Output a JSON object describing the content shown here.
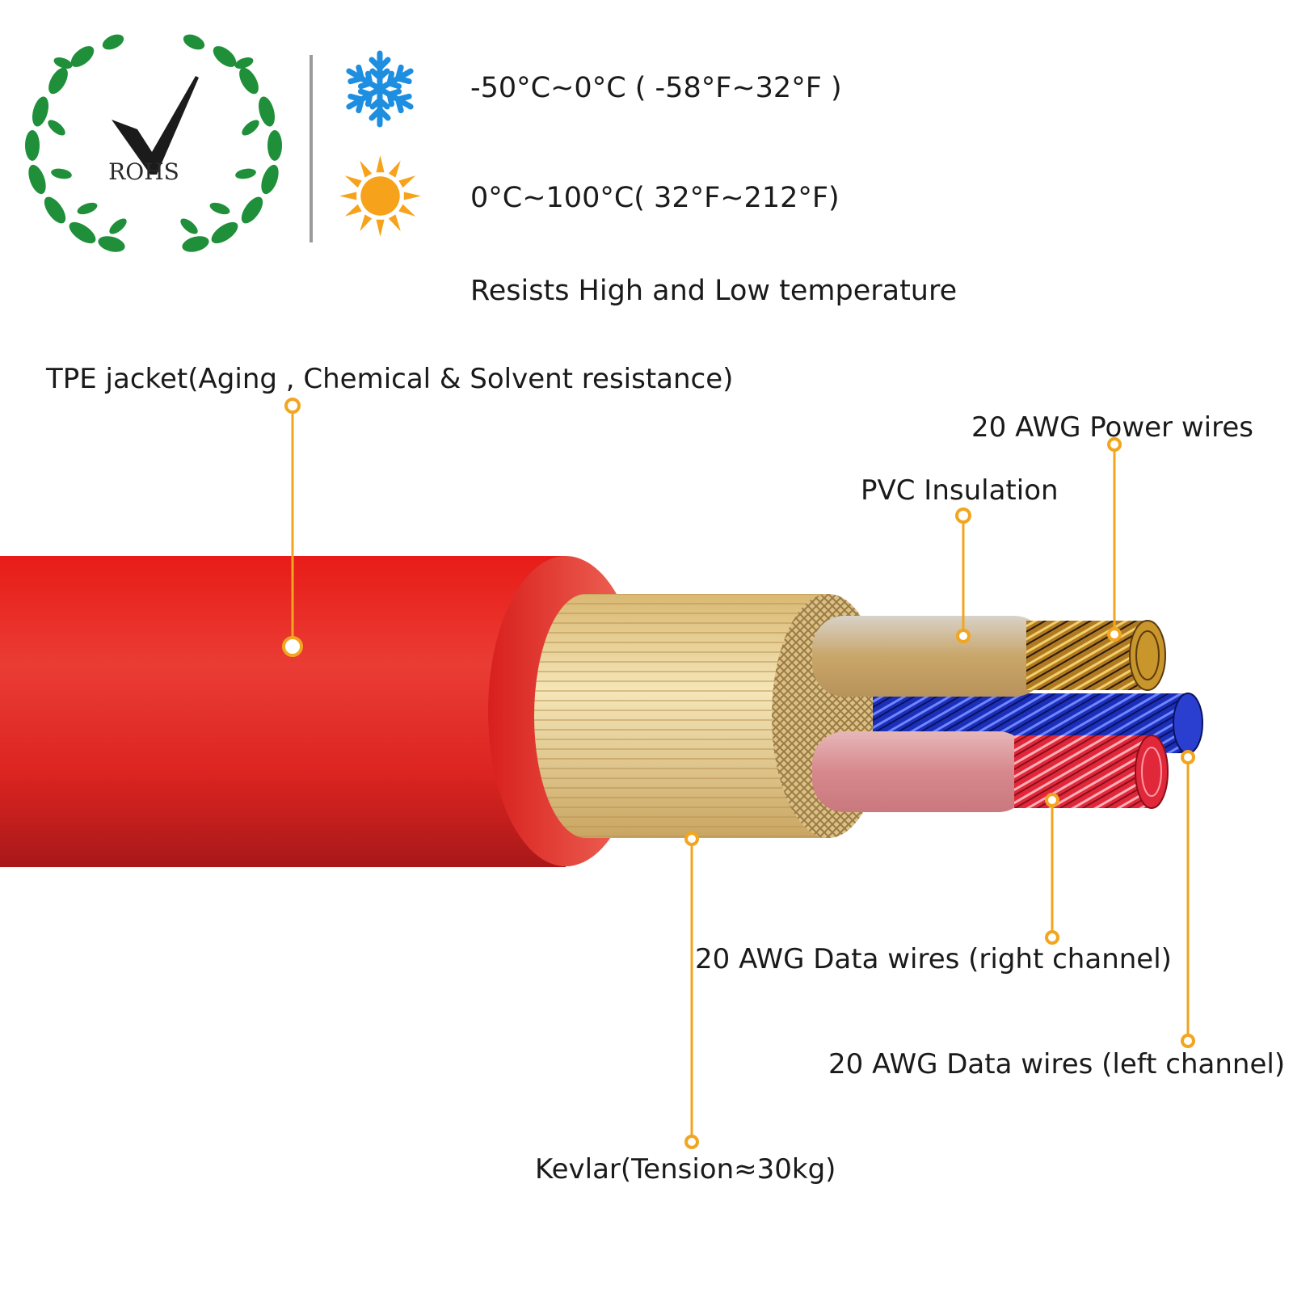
{
  "certification": {
    "mark": "ROHS",
    "colors": {
      "laurel": "#1f8f3a",
      "check": "#1b1b1b"
    }
  },
  "temperature": {
    "cold": {
      "icon": "snowflake-icon",
      "range": "-50°C~0°C ( -58°F~32°F )",
      "color": "#1e8fe0"
    },
    "hot": {
      "icon": "sun-icon",
      "range": "0°C~100°C( 32°F~212°F)",
      "color": "#f7a21b"
    },
    "caption": "Resists High and Low temperature"
  },
  "cable": {
    "colors": {
      "jacket": "#e3221f",
      "kevlar": "#e8d39c",
      "power_core": "#c9962c",
      "right_core": "#e0283a",
      "left_core": "#1c2fb8",
      "callout": "#f2a51f"
    },
    "labels": {
      "tpe_jacket": "TPE jacket(Aging , Chemical & Solvent resistance)",
      "power_wires": "20 AWG Power wires",
      "pvc_insulation": "PVC Insulation",
      "data_right": "20 AWG Data wires (right channel)",
      "data_left": "20 AWG Data wires (left channel)",
      "kevlar": "Kevlar(Tension≈30kg)"
    }
  }
}
